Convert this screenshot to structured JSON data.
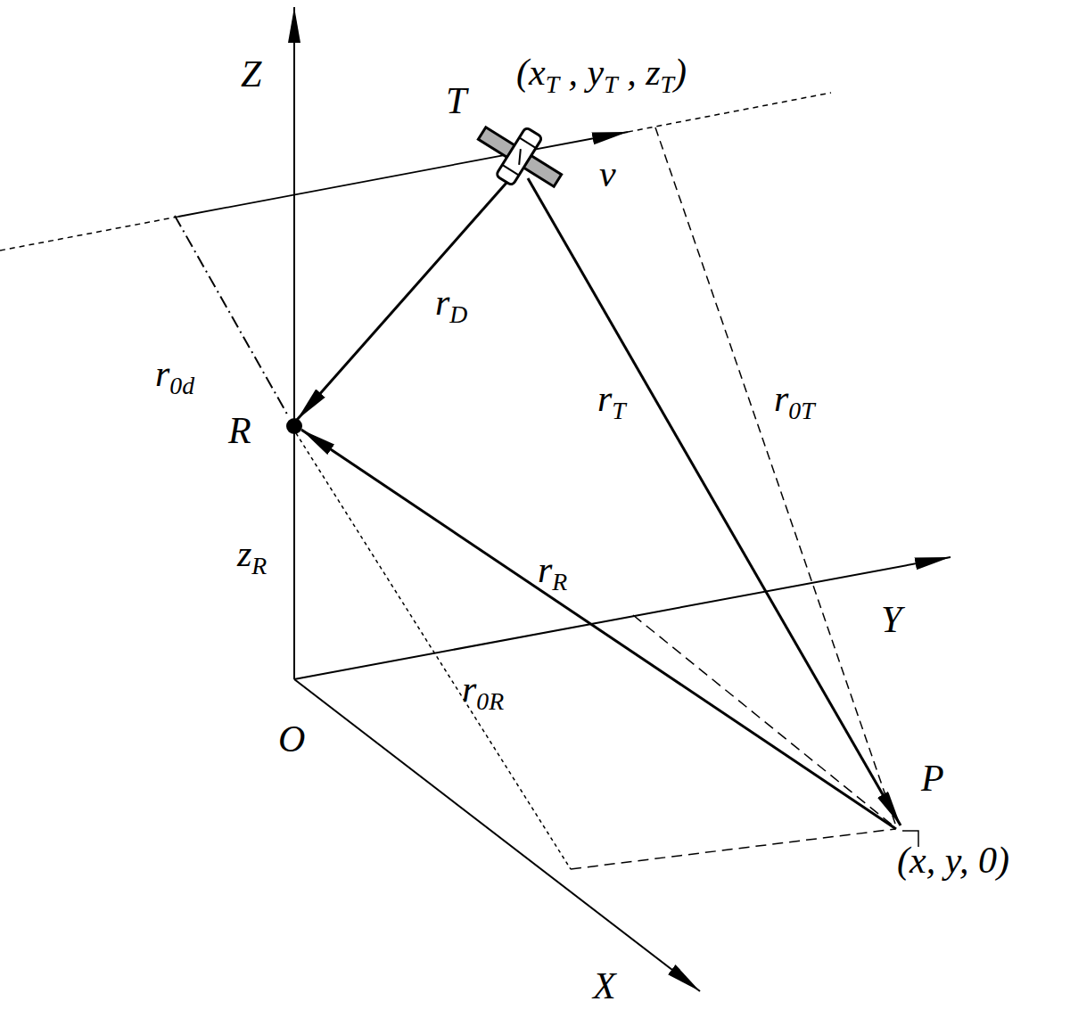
{
  "diagram": {
    "labels": [
      "Z",
      "(xT , yT , zT)",
      "T",
      "v",
      "rD",
      "r0d",
      "R",
      "rT",
      "r0T",
      "zR",
      "rR",
      "Y",
      "r0R",
      "O",
      "P",
      "(x, y, 0)",
      "X"
    ]
  }
}
